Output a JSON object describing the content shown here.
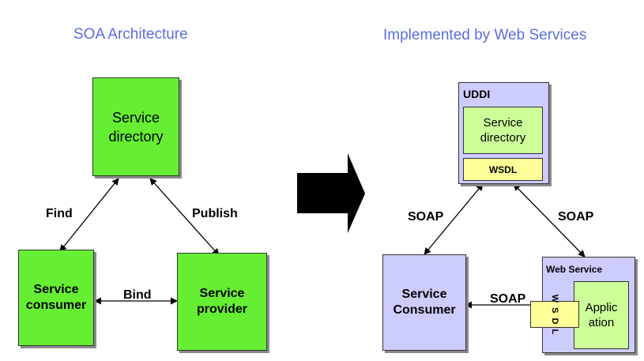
{
  "left": {
    "title": "SOA Architecture",
    "directory": [
      "Service",
      "directory"
    ],
    "consumer": [
      "Service",
      "consumer"
    ],
    "provider": [
      "Service",
      "provider"
    ],
    "edges": {
      "find": "Find",
      "publish": "Publish",
      "bind": "Bind"
    }
  },
  "right": {
    "title": "Implemented by Web Services",
    "uddi": "UDDI",
    "directory": [
      "Service",
      "directory"
    ],
    "wsdl": "WSDL",
    "consumer": [
      "Service",
      "Consumer"
    ],
    "web_service": "Web Service",
    "wsdl_vertical": [
      "W",
      "S",
      "D",
      "L"
    ],
    "application": [
      "Applic",
      "ation"
    ],
    "edges": {
      "soap_left": "SOAP",
      "soap_right": "SOAP",
      "soap_bottom": "SOAP"
    }
  },
  "colors": {
    "title": "#5a6ee0",
    "green": "#66ee33",
    "light_green": "#ccff99",
    "purple": "#ccccff",
    "yellow": "#ffff99"
  }
}
